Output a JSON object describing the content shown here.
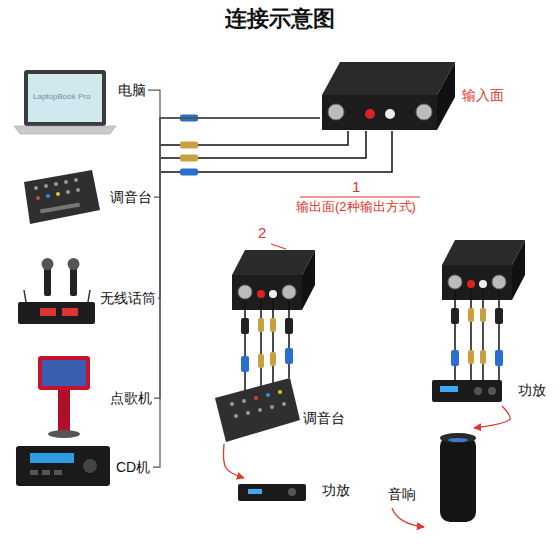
{
  "diagram": {
    "title": "连接示意图",
    "nodes": [
      {
        "text": [
          "电脑"
        ]
      },
      {
        "text": [
          "调音台"
        ]
      },
      {
        "text": [
          "无线话筒"
        ]
      },
      {
        "text": [
          "点歌机"
        ]
      },
      {
        "text": [
          "CD机"
        ]
      },
      {
        "text": [
          "输入面"
        ]
      },
      {
        "text": [
          "调音台"
        ]
      },
      {
        "text": [
          "功放"
        ]
      },
      {
        "text": [
          "功放"
        ]
      },
      {
        "text": [
          "音响"
        ]
      }
    ],
    "edges": [
      {
        "from": 0,
        "to": 5,
        "arrow": "none"
      },
      {
        "from": 1,
        "to": 5,
        "arrow": "none"
      },
      {
        "from": 2,
        "to": 5,
        "arrow": "none"
      },
      {
        "from": 3,
        "to": 5,
        "arrow": "none"
      },
      {
        "from": 4,
        "to": 5,
        "arrow": "none"
      },
      {
        "from": 6,
        "to": 7,
        "arrow": "to"
      },
      {
        "from": 8,
        "to": 9,
        "arrow": "to"
      }
    ],
    "labels": [
      "LaptopBook Pro",
      "1",
      "输出面(2种输出方式)",
      "2"
    ]
  }
}
